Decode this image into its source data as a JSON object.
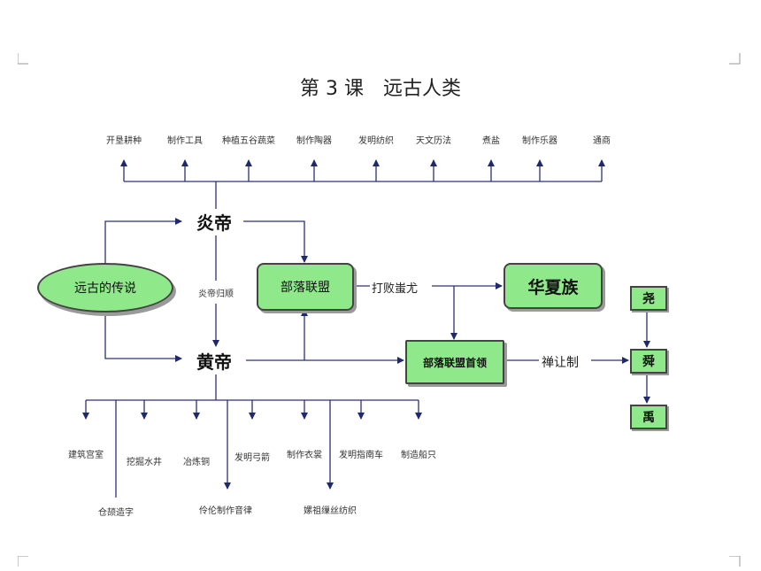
{
  "title": "第 3 课　远古人类",
  "top_items": [
    "开垦耕种",
    "制作工具",
    "种植五谷蔬菜",
    "制作陶器",
    "发明纺织",
    "天文历法",
    "煮盐",
    "制作乐器",
    "通商"
  ],
  "nodes": {
    "legend": "远古的传说",
    "yandi": "炎帝",
    "huangdi": "黄帝",
    "alliance": "部落联盟",
    "defeat": "打败蚩尤",
    "huaxia": "华夏族",
    "leader": "部落联盟首领",
    "shanrang": "禅让制",
    "yandi_gui": "炎帝归顺",
    "yao": "尧",
    "shun": "舜",
    "yu": "禹"
  },
  "bottom_items": {
    "upper": [
      "建筑宫室",
      "挖掘水井",
      "冶炼铜",
      "发明弓箭",
      "制作衣裳",
      "发明指南车",
      "制造船只"
    ],
    "lower": [
      "仓颉造字",
      "伶伦制作音律",
      "嫘祖缫丝纺织"
    ]
  }
}
